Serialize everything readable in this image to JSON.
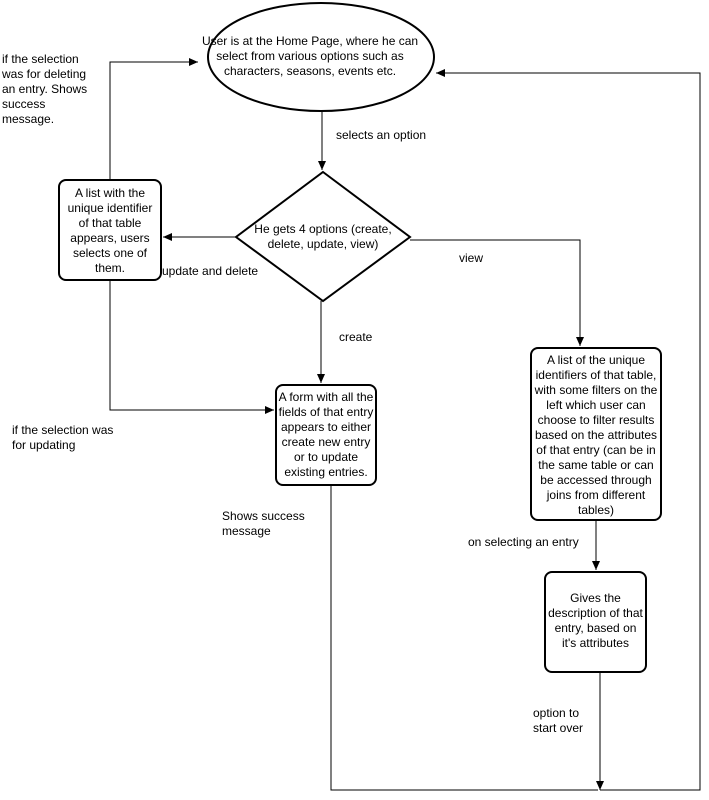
{
  "nodes": {
    "home": "User is at the Home Page, where he can select from various options such as characters, seasons, events etc.",
    "options": "He gets 4 options (create, delete, update, view)",
    "list": "A list with the unique identifier of that table appears, users selects one of them.",
    "form": "A form with all the fields of that entry appears to either create new entry or to update existing entries.",
    "view_list": "A list of the unique identifiers of that table, with some filters on the left which user can choose to filter results based on the attributes of that entry  (can be in the same table or can be accessed through joins from different tables)",
    "description": "Gives the description of that entry, based on it's attributes"
  },
  "edges": {
    "selects_option": "selects an option",
    "update_delete": "update and delete",
    "create": "create",
    "view": "view",
    "deleting_success": "if the selection was for deleting an entry. Shows success message.",
    "updating": "if the selection was for updating",
    "form_success": "Shows success message",
    "on_selecting": "on selecting an entry",
    "start_over": "option to start over"
  }
}
